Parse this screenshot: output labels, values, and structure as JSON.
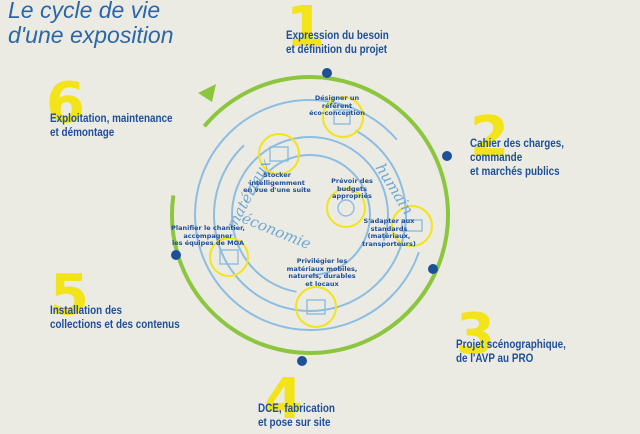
{
  "title_line1": "Le cycle de vie",
  "title_line2": "d'une exposition",
  "steps": [
    {
      "number": "1",
      "line1": "Expression du besoin",
      "line2": "et définition du projet",
      "line3": ""
    },
    {
      "number": "2",
      "line1": "Cahier des charges, commande",
      "line2": "et marchés publics",
      "line3": ""
    },
    {
      "number": "3",
      "line1": "Projet scénographique,",
      "line2": "de l'AVP au PRO",
      "line3": ""
    },
    {
      "number": "4",
      "line1": "DCE, fabrication",
      "line2": "et pose sur site",
      "line3": ""
    },
    {
      "number": "5",
      "line1": "Installation des",
      "line2": "collections et des contenus",
      "line3": ""
    },
    {
      "number": "6",
      "line1": "Exploitation, maintenance",
      "line2": "et démontage",
      "line3": ""
    }
  ],
  "ring_words": {
    "materiaux": "matériaux",
    "humain": "humain",
    "economie": "économie"
  },
  "tips": [
    {
      "l1": "Désigner un",
      "l2": "référent",
      "l3": "éco-conception",
      "l4": ""
    },
    {
      "l1": "Stocker",
      "l2": "intelligemment",
      "l3": "en vue d'une suite",
      "l4": ""
    },
    {
      "l1": "Prévoir des",
      "l2": "budgets",
      "l3": "appropriés",
      "l4": ""
    },
    {
      "l1": "S'adapter aux",
      "l2": "standards",
      "l3": "(matériaux,",
      "l4": "transporteurs)"
    },
    {
      "l1": "Planifier le chantier,",
      "l2": "accompagner",
      "l3": "les équipes de MOA",
      "l4": ""
    },
    {
      "l1": "Privilégier les",
      "l2": "matériaux mobiles,",
      "l3": "naturels, durables",
      "l4": "et locaux"
    }
  ],
  "colors": {
    "background": "#ecebe3",
    "title": "#2a66a8",
    "number": "#f2e31b",
    "step_text": "#1e4f99",
    "outer_ring": "#8cc63f",
    "inner_ring": "#8dbde2",
    "dot": "#1e4f99",
    "icon_circle": "#f2e31b"
  }
}
